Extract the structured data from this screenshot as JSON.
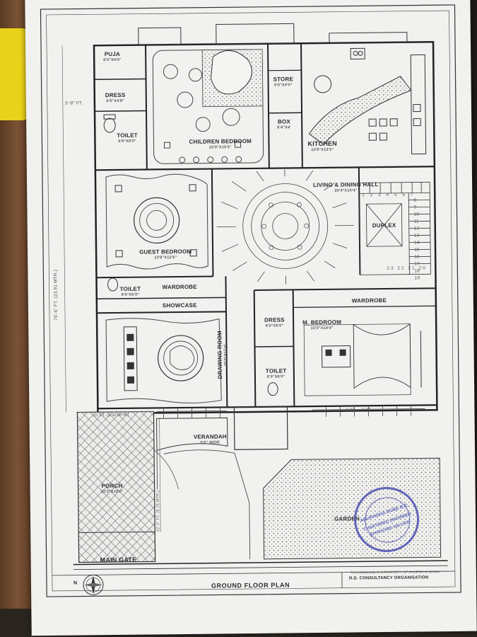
{
  "plan": {
    "title": "GROUND FLOOR PLAN",
    "firm_name": "R.D. CONSULTANCY ORGANISATION",
    "firm_note": "THIS DRAWING IS A PROPERTY OF ANURADHA BASAK",
    "overall_depth": "78'-6\" FT. (23.91 MTR.)",
    "side_setback": "3'-8\" FT."
  },
  "rooms": {
    "puja": {
      "name": "PUJA",
      "size": "6'0\"X4'0\""
    },
    "dress_top": {
      "name": "DRESS",
      "size": "6'0\"X4'8\""
    },
    "toilet_top": {
      "name": "TOILET",
      "size": "6'6\"X6'0\""
    },
    "children_bedroom": {
      "name": "CHILDREN BEDROOM",
      "size": "10'8\"X15'5\""
    },
    "store": {
      "name": "STORE",
      "size": "9'0\"X4'0\""
    },
    "box": {
      "name": "BOX",
      "size": "6'4\"X4'"
    },
    "kitchen": {
      "name": "KITCHEN",
      "size": "15'8\"X13'5\""
    },
    "living_dining": {
      "name": "LIVING & DINING HALL",
      "size": "20'4\"X15'4\""
    },
    "duplex": {
      "name": "DUPLEX"
    },
    "guest_bedroom": {
      "name": "GUEST BEDROOM",
      "size": "13'8\"X12'6\""
    },
    "toilet_guest": {
      "name": "TOILET",
      "size": "6'0\"X5'0\""
    },
    "wardrobe_guest": {
      "name": "WARDROBE"
    },
    "showcase": {
      "name": "SHOWCASE"
    },
    "drawing_room": {
      "name": "DRAWING ROOM",
      "size": "15'3\"X17'4\""
    },
    "dress_m": {
      "name": "DRESS",
      "size": "6'0\"X6'0\""
    },
    "toilet_m": {
      "name": "TOILET",
      "size": "6'0\"X6'0\""
    },
    "m_bedroom": {
      "name": "M. BEDROOM",
      "size": "15'0\"X14'4\""
    },
    "wardrobe_m": {
      "name": "WARDROBE"
    },
    "verandah": {
      "name": "VERANDAH",
      "size": "5'0\" WIDE"
    },
    "porch": {
      "name": "PORCH",
      "size": "22'2\"X10'0\""
    },
    "garden": {
      "name": "GARDEN"
    },
    "main_gate": {
      "name": "MAIN GATE"
    }
  },
  "dims": {
    "porch_width": "10' FT. (3.05 MTR.)",
    "porch_depth": "22'-2\" FT. (6.75 MTR.)",
    "front_gap": "6' FT.",
    "front_gap2": "3' FT.",
    "stair_steps_top": [
      "1",
      "2",
      "3",
      "4",
      "5",
      "6",
      "7"
    ],
    "stair_steps_side": [
      "8",
      "9",
      "10",
      "11",
      "12",
      "13",
      "14",
      "15",
      "16",
      "17",
      "18",
      "19"
    ],
    "stair_steps_bottom": [
      "23",
      "22",
      "21",
      "20"
    ]
  },
  "stamp": {
    "name": "ANURADHA DUBE B.E.",
    "line2": "CHARTERED ENGINEER",
    "line3": "APPROVED VALUER"
  },
  "compass": {
    "label": "N"
  },
  "colors": {
    "paper": "#f1f1ef",
    "ink": "#2b2b2b",
    "stamp": "#4a4fb0"
  }
}
